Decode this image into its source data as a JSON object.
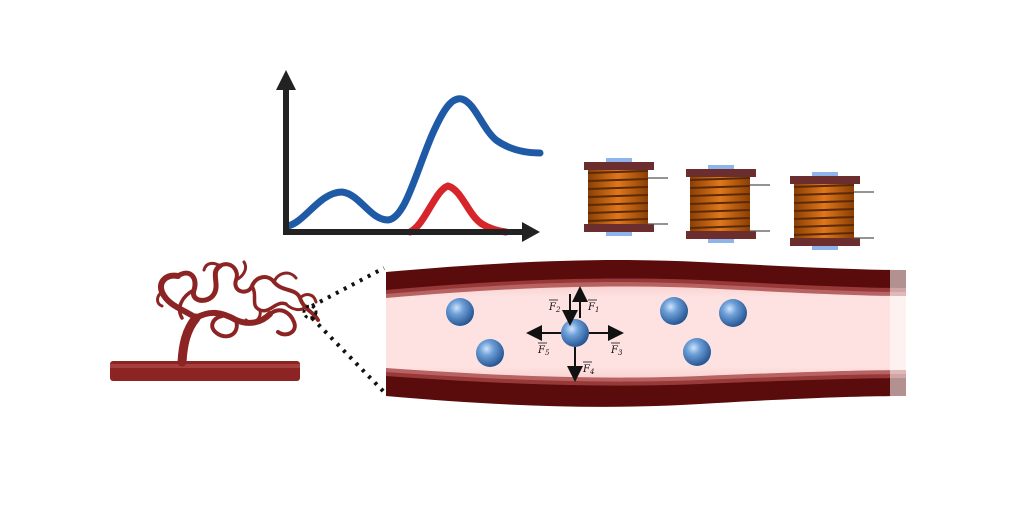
{
  "colors": {
    "background": "#ffffff",
    "axis": "#222222",
    "curve_blue": "#1f5aa6",
    "curve_red": "#d6262b",
    "vessel_dark": "#5a0c0c",
    "vessel_mid": "#8c2a2a",
    "vessel_lumen": "#fde0df",
    "coil_copper": "#c8650f",
    "coil_winding": "#5a2a06",
    "coil_flange": "#6b2d2d",
    "coil_cap": "#8fb4ec",
    "particle": "#4f86c6"
  },
  "icons": {
    "plot": "spectrum-plot-icon",
    "coils": "electromagnetic-coil-icon",
    "capillary": "capillary-network-icon",
    "particles": "magnetic-nanoparticle-icon"
  },
  "force_labels": {
    "f1": "F",
    "f1_sub": "1",
    "f2": "F",
    "f2_sub": "2",
    "f3": "F",
    "f3_sub": "3",
    "f4": "F",
    "f4_sub": "4",
    "f5": "F",
    "f5_sub": "5"
  }
}
